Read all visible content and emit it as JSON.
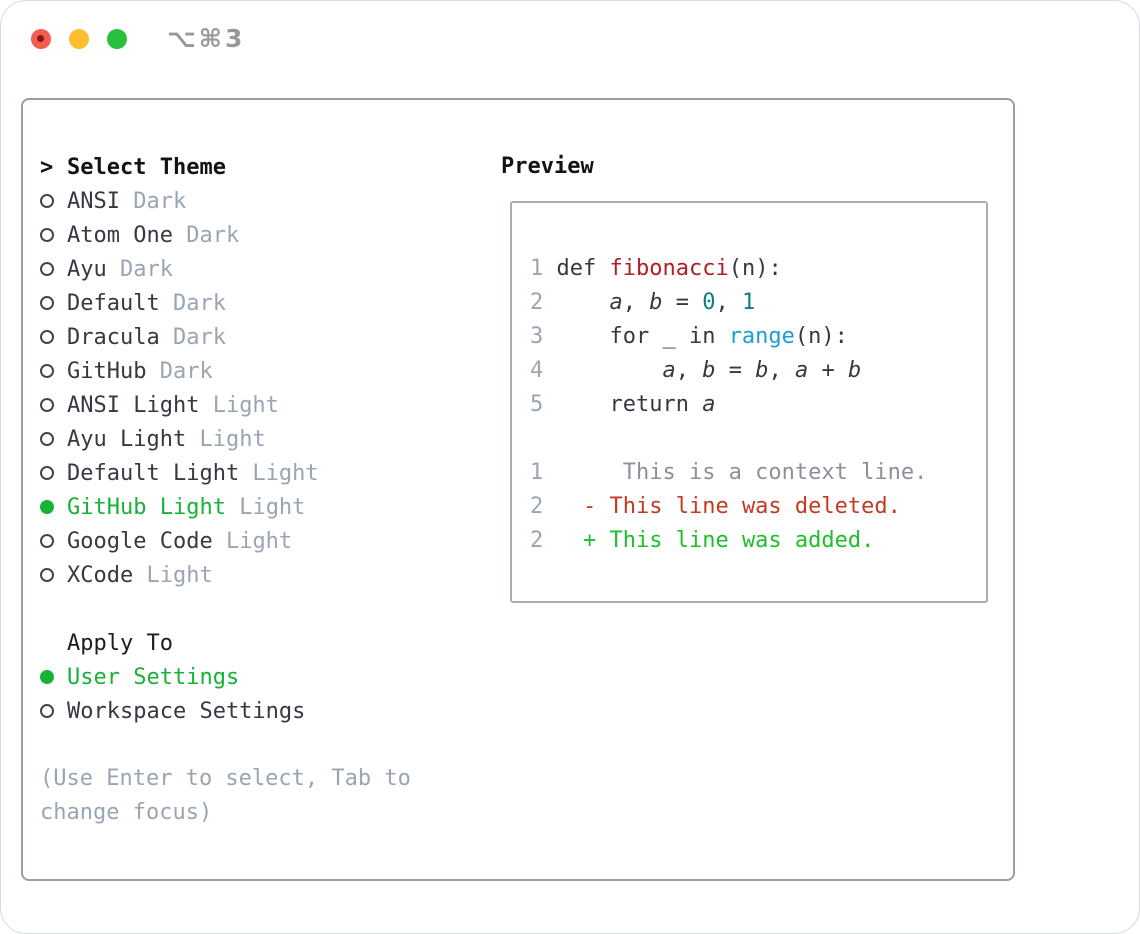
{
  "titlebar": {
    "shortcut": "⌥⌘3"
  },
  "colors": {
    "green": "#17b237",
    "muted": "#9aa5b2",
    "dark": "#343a41",
    "ctx": "#8b9199",
    "del": "#c33a22",
    "add": "#1dc02b",
    "fnred": "#b01e27",
    "teal": "#0e7e85",
    "blue": "#1f9ed3"
  },
  "theme_picker": {
    "prompt": ">",
    "title": "Select Theme",
    "themes": [
      {
        "name": "ANSI",
        "tag": "Dark",
        "selected": false
      },
      {
        "name": "Atom One",
        "tag": "Dark",
        "selected": false
      },
      {
        "name": "Ayu",
        "tag": "Dark",
        "selected": false
      },
      {
        "name": "Default",
        "tag": "Dark",
        "selected": false
      },
      {
        "name": "Dracula",
        "tag": "Dark",
        "selected": false
      },
      {
        "name": "GitHub",
        "tag": "Dark",
        "selected": false
      },
      {
        "name": "ANSI Light",
        "tag": "Light",
        "selected": false
      },
      {
        "name": "Ayu Light",
        "tag": "Light",
        "selected": false
      },
      {
        "name": "Default Light",
        "tag": "Light",
        "selected": false
      },
      {
        "name": "GitHub Light",
        "tag": "Light",
        "selected": true
      },
      {
        "name": "Google Code",
        "tag": "Light",
        "selected": false
      },
      {
        "name": "XCode",
        "tag": "Light",
        "selected": false
      }
    ],
    "apply_to": {
      "label": "Apply To",
      "options": [
        {
          "name": "User Settings",
          "selected": true
        },
        {
          "name": "Workspace Settings",
          "selected": false
        }
      ]
    },
    "hint_lines": [
      "(Use Enter to select, Tab to",
      "change focus)"
    ]
  },
  "preview": {
    "title": "Preview",
    "code_lines": [
      {
        "num": "1",
        "segments": [
          {
            "t": "def ",
            "c": "d"
          },
          {
            "t": "fibonacci",
            "c": "red"
          },
          {
            "t": "(n):",
            "c": "d"
          }
        ]
      },
      {
        "num": "2",
        "segments": [
          {
            "t": "    ",
            "c": "d"
          },
          {
            "t": "a",
            "c": "it"
          },
          {
            "t": ", ",
            "c": "d"
          },
          {
            "t": "b",
            "c": "it"
          },
          {
            "t": " = ",
            "c": "d"
          },
          {
            "t": "0",
            "c": "teal"
          },
          {
            "t": ", ",
            "c": "d"
          },
          {
            "t": "1",
            "c": "teal"
          }
        ]
      },
      {
        "num": "3",
        "segments": [
          {
            "t": "    for _ in ",
            "c": "d"
          },
          {
            "t": "range",
            "c": "blue"
          },
          {
            "t": "(n):",
            "c": "d"
          }
        ]
      },
      {
        "num": "4",
        "segments": [
          {
            "t": "        ",
            "c": "d"
          },
          {
            "t": "a",
            "c": "it"
          },
          {
            "t": ", ",
            "c": "d"
          },
          {
            "t": "b",
            "c": "it"
          },
          {
            "t": " = ",
            "c": "d"
          },
          {
            "t": "b",
            "c": "it"
          },
          {
            "t": ", ",
            "c": "d"
          },
          {
            "t": "a",
            "c": "it"
          },
          {
            "t": " + ",
            "c": "d"
          },
          {
            "t": "b",
            "c": "it"
          }
        ]
      },
      {
        "num": "5",
        "segments": [
          {
            "t": "    return ",
            "c": "d"
          },
          {
            "t": "a",
            "c": "it"
          }
        ]
      },
      {
        "num": "",
        "segments": []
      },
      {
        "num": "1",
        "segments": [
          {
            "t": "     This is a context line.",
            "c": "ctx"
          }
        ]
      },
      {
        "num": "2",
        "segments": [
          {
            "t": "  ",
            "c": "d"
          },
          {
            "t": "- This line was deleted.",
            "c": "del"
          }
        ]
      },
      {
        "num": "2",
        "segments": [
          {
            "t": "  ",
            "c": "d"
          },
          {
            "t": "+ This line was added.",
            "c": "add"
          }
        ]
      }
    ]
  }
}
